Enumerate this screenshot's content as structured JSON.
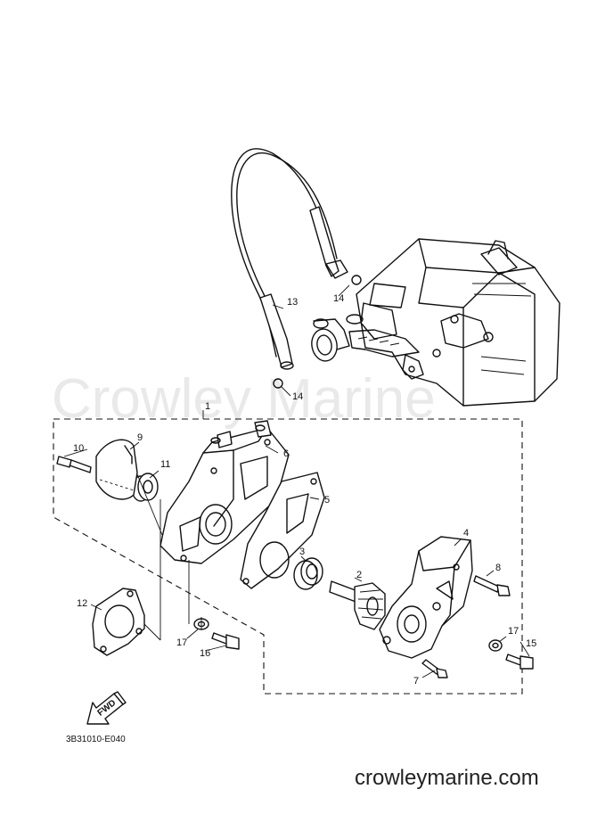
{
  "watermark": "Crowley Marine",
  "website": "crowleymarine.com",
  "reference_code": "3B31010-E040",
  "fwd_label": "FWD",
  "callouts": {
    "c1": "1",
    "c2": "2",
    "c3": "3",
    "c4": "4",
    "c5": "5",
    "c6": "6",
    "c7": "7",
    "c8": "8",
    "c9": "9",
    "c10": "10",
    "c11": "11",
    "c12": "12",
    "c13": "13",
    "c14a": "14",
    "c14b": "14",
    "c15": "15",
    "c16": "16",
    "c17a": "17",
    "c17b": "17"
  }
}
